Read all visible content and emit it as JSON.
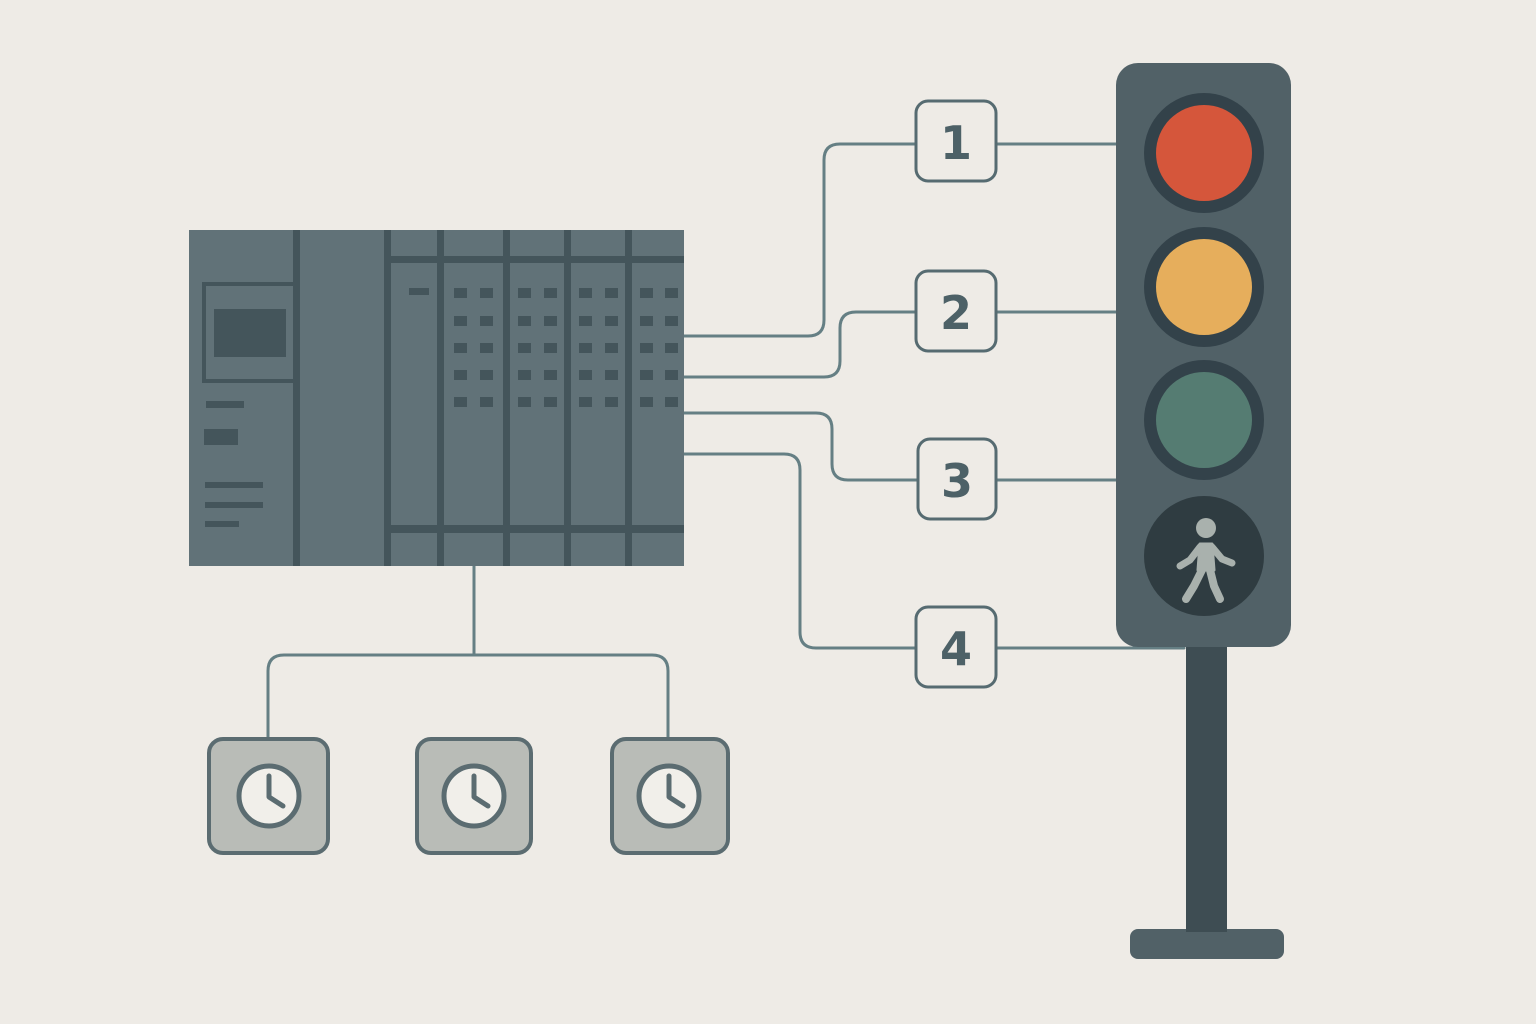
{
  "colors": {
    "background": "#eeebe6",
    "plc_body": "#617278",
    "plc_dark": "#44555b",
    "wire": "#657f84",
    "label_border": "#566b71",
    "label_text": "#4d6167",
    "signal_housing": "#516167",
    "signal_pole": "#3e4d53",
    "lamp_red": "#d5563b",
    "lamp_amber": "#e6ae5c",
    "lamp_green": "#557c72",
    "pedestrian_lamp": "#2f3c41",
    "pedestrian_figure": "#a9b1ad",
    "timer_fill": "#b9bcb7",
    "timer_border": "#5b6c71"
  },
  "plc": {
    "io_modules": 4,
    "status_display": true
  },
  "outputs": [
    {
      "label": "1",
      "lamp": "red"
    },
    {
      "label": "2",
      "lamp": "amber"
    },
    {
      "label": "3",
      "lamp": "green"
    },
    {
      "label": "4",
      "lamp": "pedestrian"
    }
  ],
  "timers": [
    {
      "icon": "clock-icon"
    },
    {
      "icon": "clock-icon"
    },
    {
      "icon": "clock-icon"
    }
  ],
  "traffic_signal": {
    "lamps": [
      "red",
      "amber",
      "green",
      "pedestrian"
    ],
    "pedestrian_icon": "walking-person-icon"
  }
}
